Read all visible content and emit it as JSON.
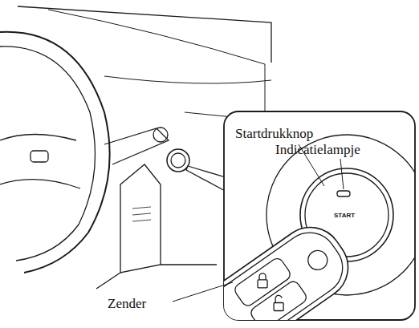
{
  "diagram": {
    "labels": [
      "Startdrukknop",
      "Indicatielampje",
      "START",
      "Zender"
    ]
  }
}
